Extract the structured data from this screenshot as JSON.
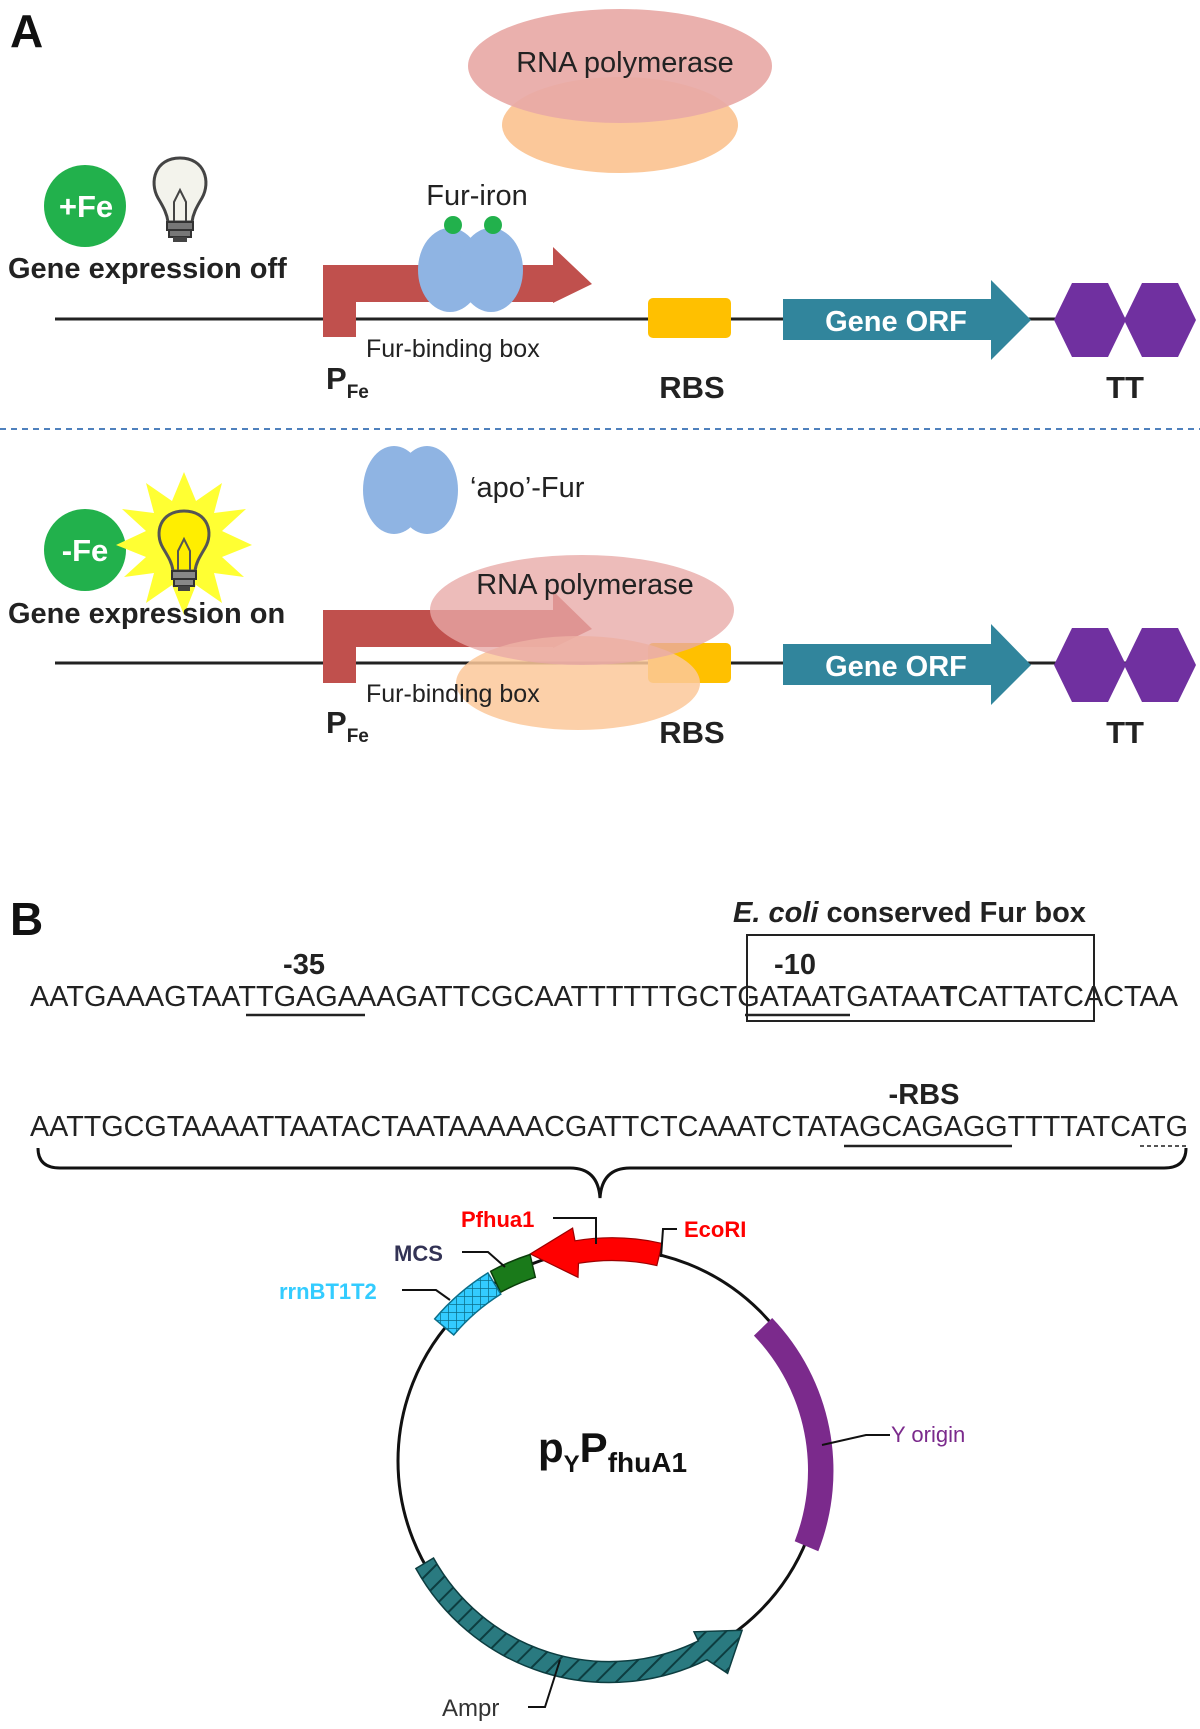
{
  "panel_a": {
    "label": "A",
    "top": {
      "fe_badge": "+Fe",
      "state_text": "Gene expression off",
      "rna_polymerase": "RNA polymerase",
      "fur_label": "Fur-iron",
      "fur_box": "Fur-binding box",
      "promoter_main": "P",
      "promoter_sub": "Fe",
      "rbs": "RBS",
      "orf": "Gene ORF",
      "terminator": "TT"
    },
    "bottom": {
      "fe_badge": "-Fe",
      "state_text": "Gene expression on",
      "rna_polymerase": "RNA polymerase",
      "fur_label": "‘apo’-Fur",
      "fur_box": "Fur-binding box",
      "promoter_main": "P",
      "promoter_sub": "Fe",
      "rbs": "RBS",
      "orf": "Gene ORF",
      "terminator": "TT"
    },
    "colors": {
      "promoter": "#c0504d",
      "fur": "#8fb4e3",
      "iron": "#22b14c",
      "rbs": "#ffc000",
      "orf": "#31859c",
      "terminator": "#7030a0",
      "rnap_top": "#e6a5a5",
      "rnap_bottom": "#fbc89a",
      "fe_badge": "#22b14c",
      "divider": "#4f81bd"
    }
  },
  "panel_b": {
    "label": "B",
    "fur_box_title_italic": "E. coli",
    "fur_box_title_rest": " conserved Fur box",
    "minus35": "-35",
    "minus10": "-10",
    "rbs_label": "-RBS",
    "seq1": {
      "a": "AATGAAAGTAA",
      "b": "TTGAGA",
      "c": "AAGATTCGCAATTTTTTGCT",
      "d": "GATAAT",
      "e": "GATAA",
      "f": "T",
      "g": "CATTATCACTAA"
    },
    "seq2": {
      "a": "AATTGCGTAAAATTAATACTAATAAAAACGATTCTCAAATCTAT",
      "b": "AGCAGAGG",
      "c": "TTTTATCA",
      "d": "TG"
    },
    "plasmid": {
      "name_main": "p",
      "name_sub1": "Y",
      "name_mid": "P",
      "name_sub2": "fhuA1",
      "features": {
        "pfhua1": "Pfhua1",
        "ecori": "EcoRI",
        "mcs": "MCS",
        "rrnb": "rrnBT1T2",
        "yorigin": "Y origin",
        "ampr": "Ampr"
      },
      "colors": {
        "pfhua1": "#ff0000",
        "ecori": "#ff0000",
        "mcs": "#1a7a1a",
        "rrnb": "#33ccff",
        "yorigin": "#7b2a8c",
        "ampr": "#2a7a80",
        "mcs_label": "#333355"
      }
    }
  }
}
